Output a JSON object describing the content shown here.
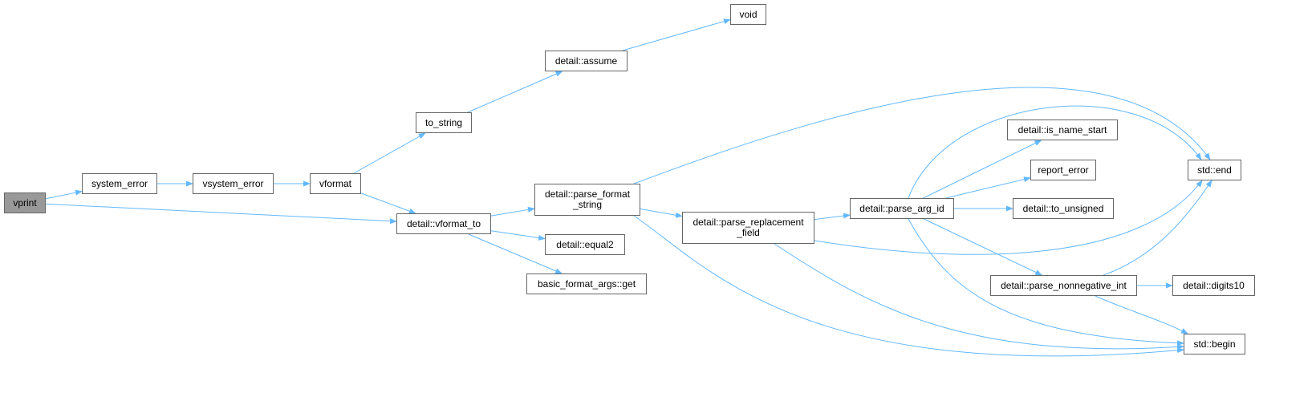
{
  "graph": {
    "edge_color": "#63b8ff",
    "node_border": "#666666",
    "current_fill": "#999999",
    "nodes": [
      {
        "id": "vprint",
        "label": "vprint",
        "current": true
      },
      {
        "id": "system_error",
        "label": "system_error"
      },
      {
        "id": "vsystem_error",
        "label": "vsystem_error"
      },
      {
        "id": "vformat",
        "label": "vformat"
      },
      {
        "id": "to_string",
        "label": "to_string"
      },
      {
        "id": "assume",
        "label": "detail::assume"
      },
      {
        "id": "void",
        "label": "void"
      },
      {
        "id": "vformat_to",
        "label": "detail::vformat_to"
      },
      {
        "id": "parse_format_string",
        "label": "detail::parse_format\n_string"
      },
      {
        "id": "equal2",
        "label": "detail::equal2"
      },
      {
        "id": "get",
        "label": "basic_format_args::get"
      },
      {
        "id": "parse_replacement_field",
        "label": "detail::parse_replacement\n_field"
      },
      {
        "id": "parse_arg_id",
        "label": "detail::parse_arg_id"
      },
      {
        "id": "is_name_start",
        "label": "detail::is_name_start"
      },
      {
        "id": "report_error",
        "label": "report_error"
      },
      {
        "id": "to_unsigned",
        "label": "detail::to_unsigned"
      },
      {
        "id": "parse_nonnegative_int",
        "label": "detail::parse_nonnegative_int"
      },
      {
        "id": "digits10",
        "label": "detail::digits10"
      },
      {
        "id": "std_end",
        "label": "std::end"
      },
      {
        "id": "std_begin",
        "label": "std::begin"
      }
    ],
    "edges": [
      [
        "vprint",
        "system_error"
      ],
      [
        "vprint",
        "vformat_to"
      ],
      [
        "system_error",
        "vsystem_error"
      ],
      [
        "vsystem_error",
        "vformat"
      ],
      [
        "vformat",
        "to_string"
      ],
      [
        "vformat",
        "vformat_to"
      ],
      [
        "to_string",
        "assume"
      ],
      [
        "assume",
        "void"
      ],
      [
        "vformat_to",
        "parse_format_string"
      ],
      [
        "vformat_to",
        "equal2"
      ],
      [
        "vformat_to",
        "get"
      ],
      [
        "parse_format_string",
        "std_end"
      ],
      [
        "parse_format_string",
        "parse_replacement_field"
      ],
      [
        "parse_format_string",
        "std_begin"
      ],
      [
        "parse_replacement_field",
        "parse_arg_id"
      ],
      [
        "parse_replacement_field",
        "std_end"
      ],
      [
        "parse_replacement_field",
        "std_begin"
      ],
      [
        "parse_arg_id",
        "std_end"
      ],
      [
        "parse_arg_id",
        "is_name_start"
      ],
      [
        "parse_arg_id",
        "report_error"
      ],
      [
        "parse_arg_id",
        "to_unsigned"
      ],
      [
        "parse_arg_id",
        "parse_nonnegative_int"
      ],
      [
        "parse_arg_id",
        "std_begin"
      ],
      [
        "parse_nonnegative_int",
        "std_end"
      ],
      [
        "parse_nonnegative_int",
        "digits10"
      ],
      [
        "parse_nonnegative_int",
        "std_begin"
      ]
    ]
  }
}
